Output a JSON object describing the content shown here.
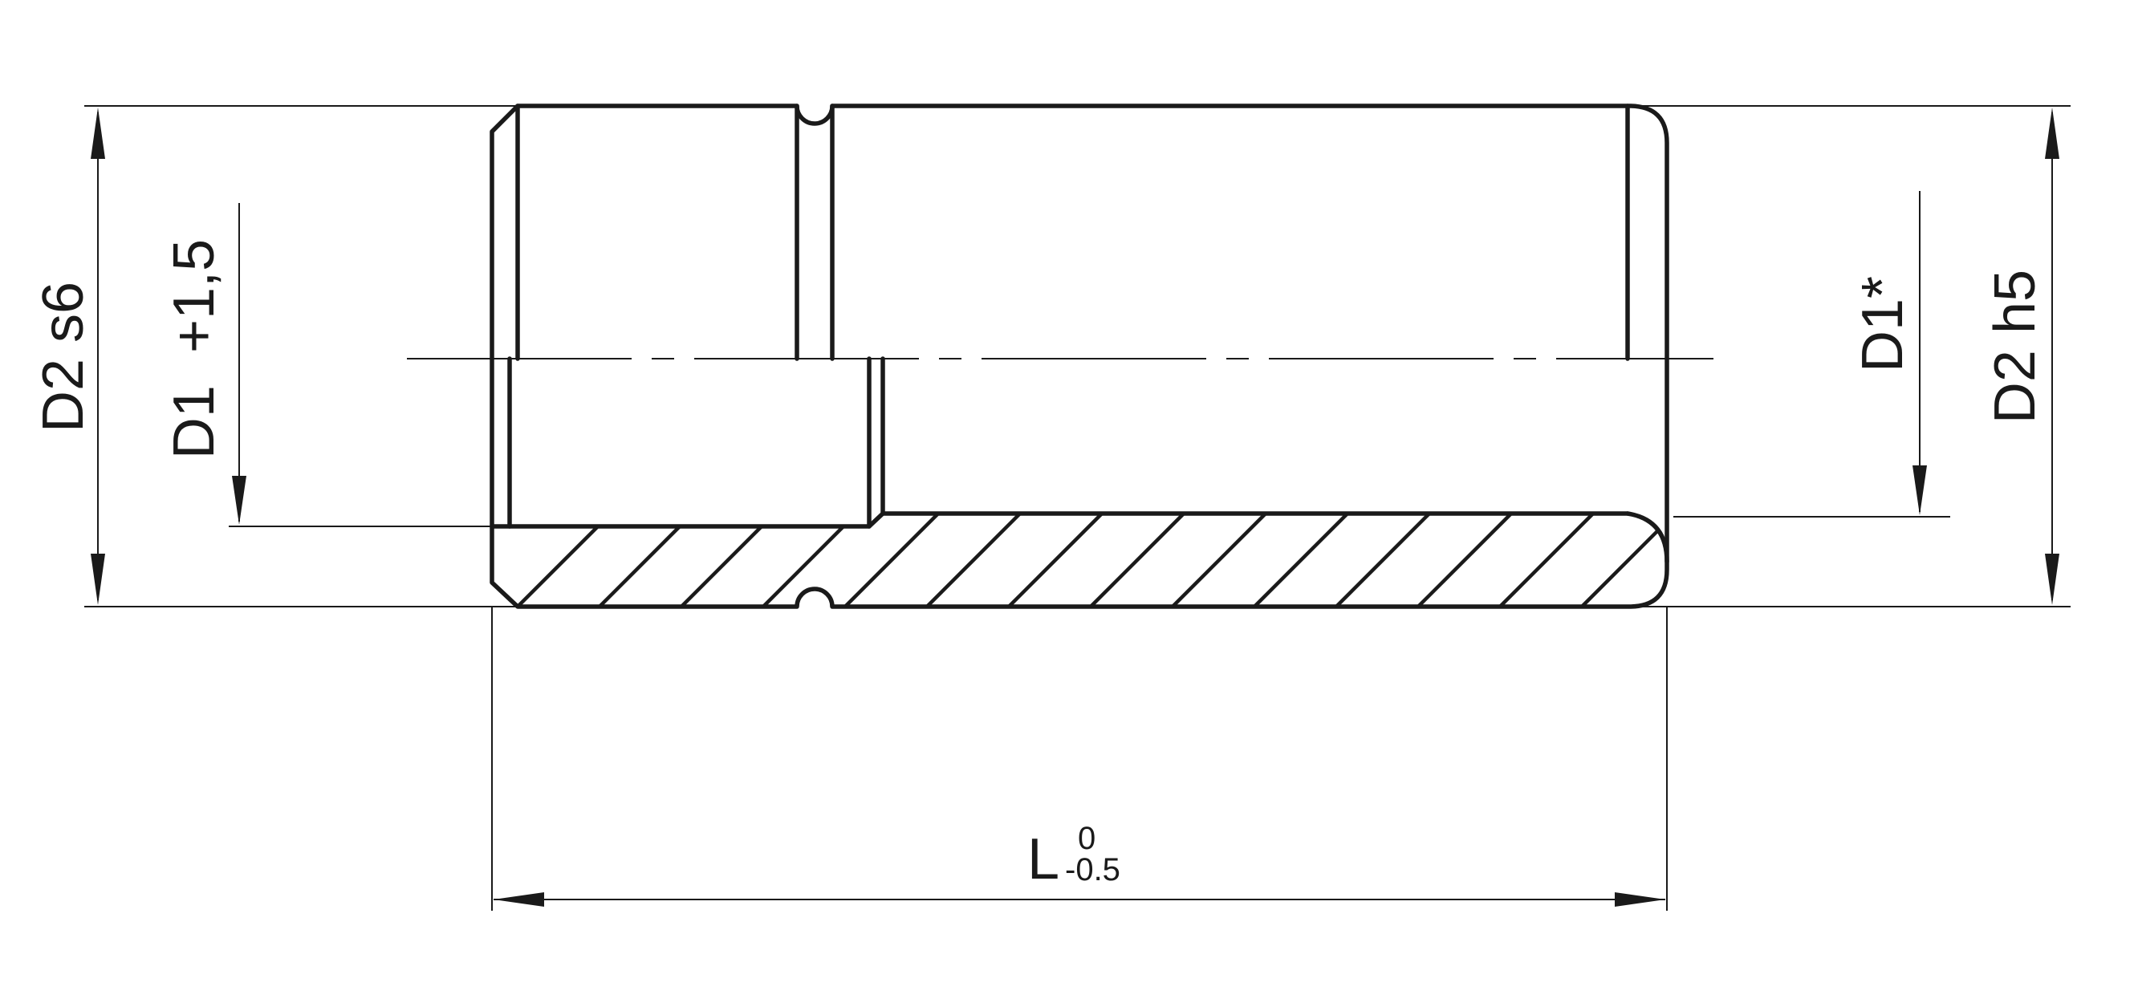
{
  "labels": {
    "d2_s6": "D2 s6",
    "d1_plus": "D1  +1,5",
    "d1_star": "D1*",
    "d2_h5": "D2 h5",
    "length": "L",
    "length_tol_upper": "0",
    "length_tol_lower": "-0.5"
  },
  "colors": {
    "line": "#1a1a1a",
    "background": "#ffffff"
  }
}
